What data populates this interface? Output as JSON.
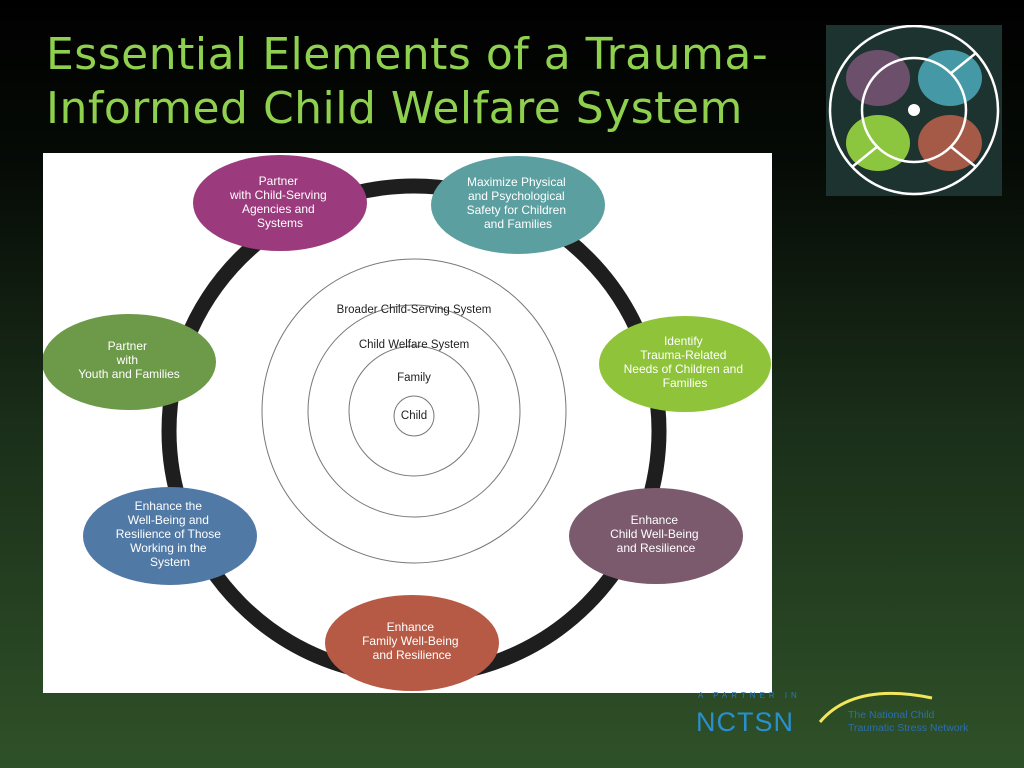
{
  "title": {
    "line1": "Essential Elements of a Trauma-",
    "line2": "Informed Child Welfare System"
  },
  "logo": {
    "icon": "nctsn-circle-logo-icon"
  },
  "diagram": {
    "nodes": [
      {
        "id": "partner-agencies",
        "color": "#9b3a7d",
        "lines": [
          "Partner",
          "with Child-Serving",
          "Agencies and",
          "Systems"
        ]
      },
      {
        "id": "maximize-safety",
        "color": "#5c9fa0",
        "lines": [
          "Maximize Physical",
          "and Psychological",
          "Safety for Children",
          "and Families"
        ]
      },
      {
        "id": "identify-needs",
        "color": "#8fc43a",
        "lines": [
          "Identify",
          "Trauma-Related",
          "Needs of Children and",
          "Families"
        ]
      },
      {
        "id": "child-wellbeing",
        "color": "#7a5a6c",
        "lines": [
          "Enhance",
          "Child Well-Being",
          "and Resilience"
        ]
      },
      {
        "id": "family-wellbeing",
        "color": "#b65a45",
        "lines": [
          "Enhance",
          "Family Well-Being",
          "and Resilience"
        ]
      },
      {
        "id": "worker-wellbeing",
        "color": "#5079a5",
        "lines": [
          "Enhance the",
          "Well-Being and",
          "Resilience of Those",
          "Working in the",
          "System"
        ]
      },
      {
        "id": "partner-youth",
        "color": "#6d9a48",
        "lines": [
          "Partner",
          "with",
          "Youth and Families"
        ]
      }
    ],
    "rings": {
      "broader": "Broader Child-Serving System",
      "welfare": "Child Welfare System",
      "family": "Family",
      "child": "Child"
    }
  },
  "footer": {
    "tagline": "A PARTNER IN",
    "brand": "NCTSN",
    "org_line1": "The National Child",
    "org_line2": "Traumatic Stress Network"
  }
}
